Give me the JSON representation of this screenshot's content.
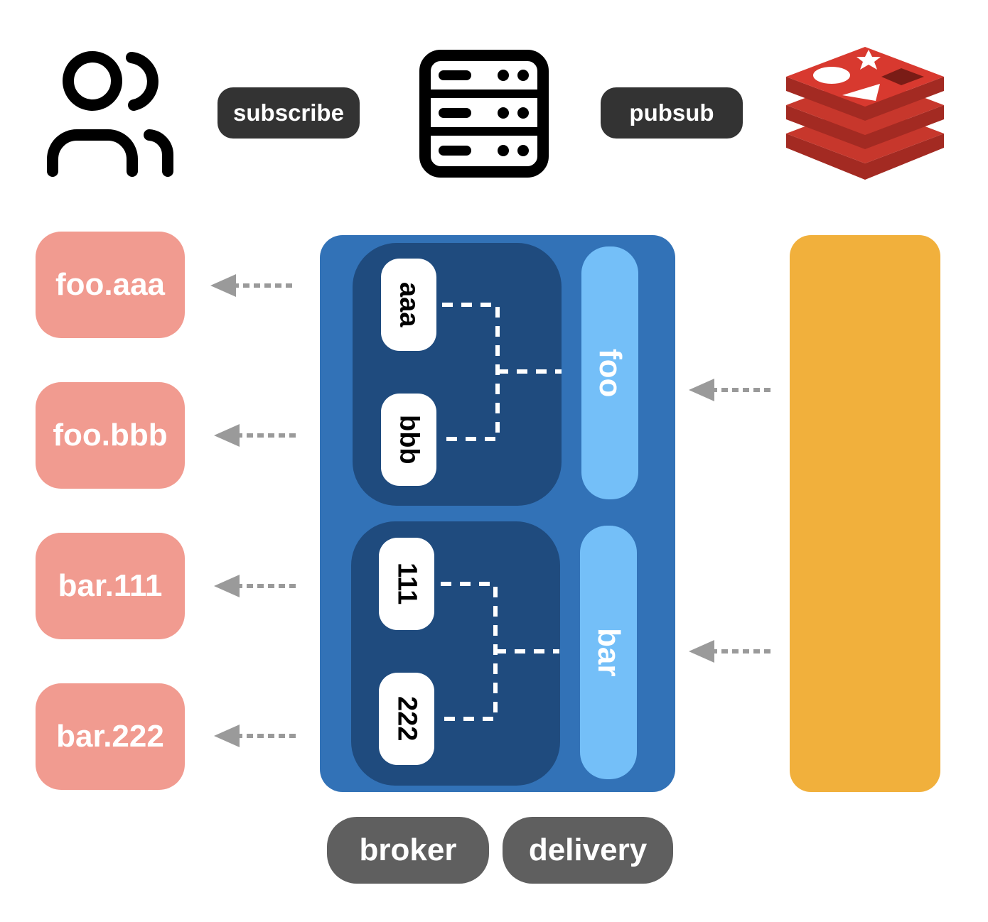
{
  "labels": {
    "subscribe": "subscribe",
    "pubsub": "pubsub",
    "broker": "broker",
    "delivery": "delivery"
  },
  "subscribers": [
    "foo.aaa",
    "foo.bbb",
    "bar.111",
    "bar.222"
  ],
  "topics": [
    {
      "name": "foo",
      "channels": [
        "aaa",
        "bbb"
      ]
    },
    {
      "name": "bar",
      "channels": [
        "111",
        "222"
      ]
    }
  ],
  "icons": {
    "clients": "users-icon",
    "server": "server-icon",
    "store": "redis-logo"
  },
  "colors": {
    "pill_dark": "#333333",
    "pill_gray": "#5f5f5f",
    "subscriber": "#f19b90",
    "broker": "#3272b7",
    "group": "#1f4b7e",
    "topic": "#74bff8",
    "redis_store": "#f1b03c",
    "arrow": "#9a9a9a",
    "redis_red": "#c7372c"
  }
}
